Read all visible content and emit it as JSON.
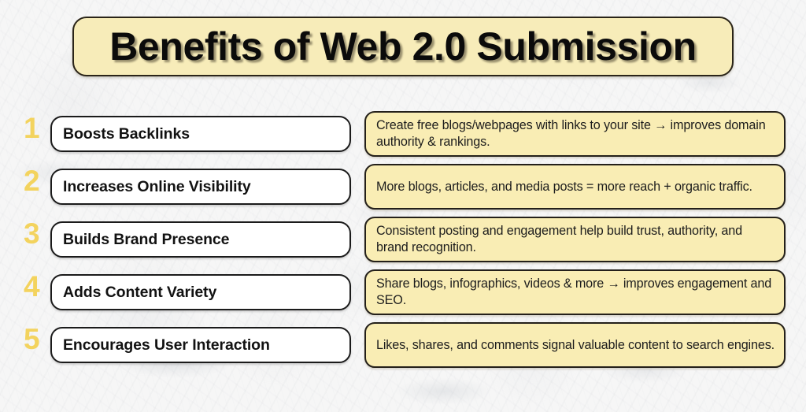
{
  "header": {
    "title": "Benefits of Web 2.0 Submission"
  },
  "colors": {
    "background": "#f6f6f6",
    "title_fill": "#f7ecb9",
    "title_border": "#2a2418",
    "number": "#f3d35e",
    "label_fill": "#ffffff",
    "label_border": "#1b1b1b",
    "desc_fill": "#f9edb4",
    "desc_border": "#24201a",
    "text": "#121212"
  },
  "benefits": [
    {
      "number": "1",
      "label": "Boosts Backlinks",
      "description": "Create free blogs/webpages with links to your site → improves domain authority & rankings."
    },
    {
      "number": "2",
      "label": "Increases Online Visibility",
      "description": "More blogs, articles, and media posts = more reach + organic traffic."
    },
    {
      "number": "3",
      "label": "Builds Brand Presence",
      "description": "Consistent posting and engagement help build trust, authority, and brand recognition."
    },
    {
      "number": "4",
      "label": "Adds Content Variety",
      "description": "Share blogs, infographics, videos & more → improves engagement and SEO."
    },
    {
      "number": "5",
      "label": "Encourages User Interaction",
      "description": "Likes, shares, and comments signal valuable content to search engines."
    }
  ]
}
